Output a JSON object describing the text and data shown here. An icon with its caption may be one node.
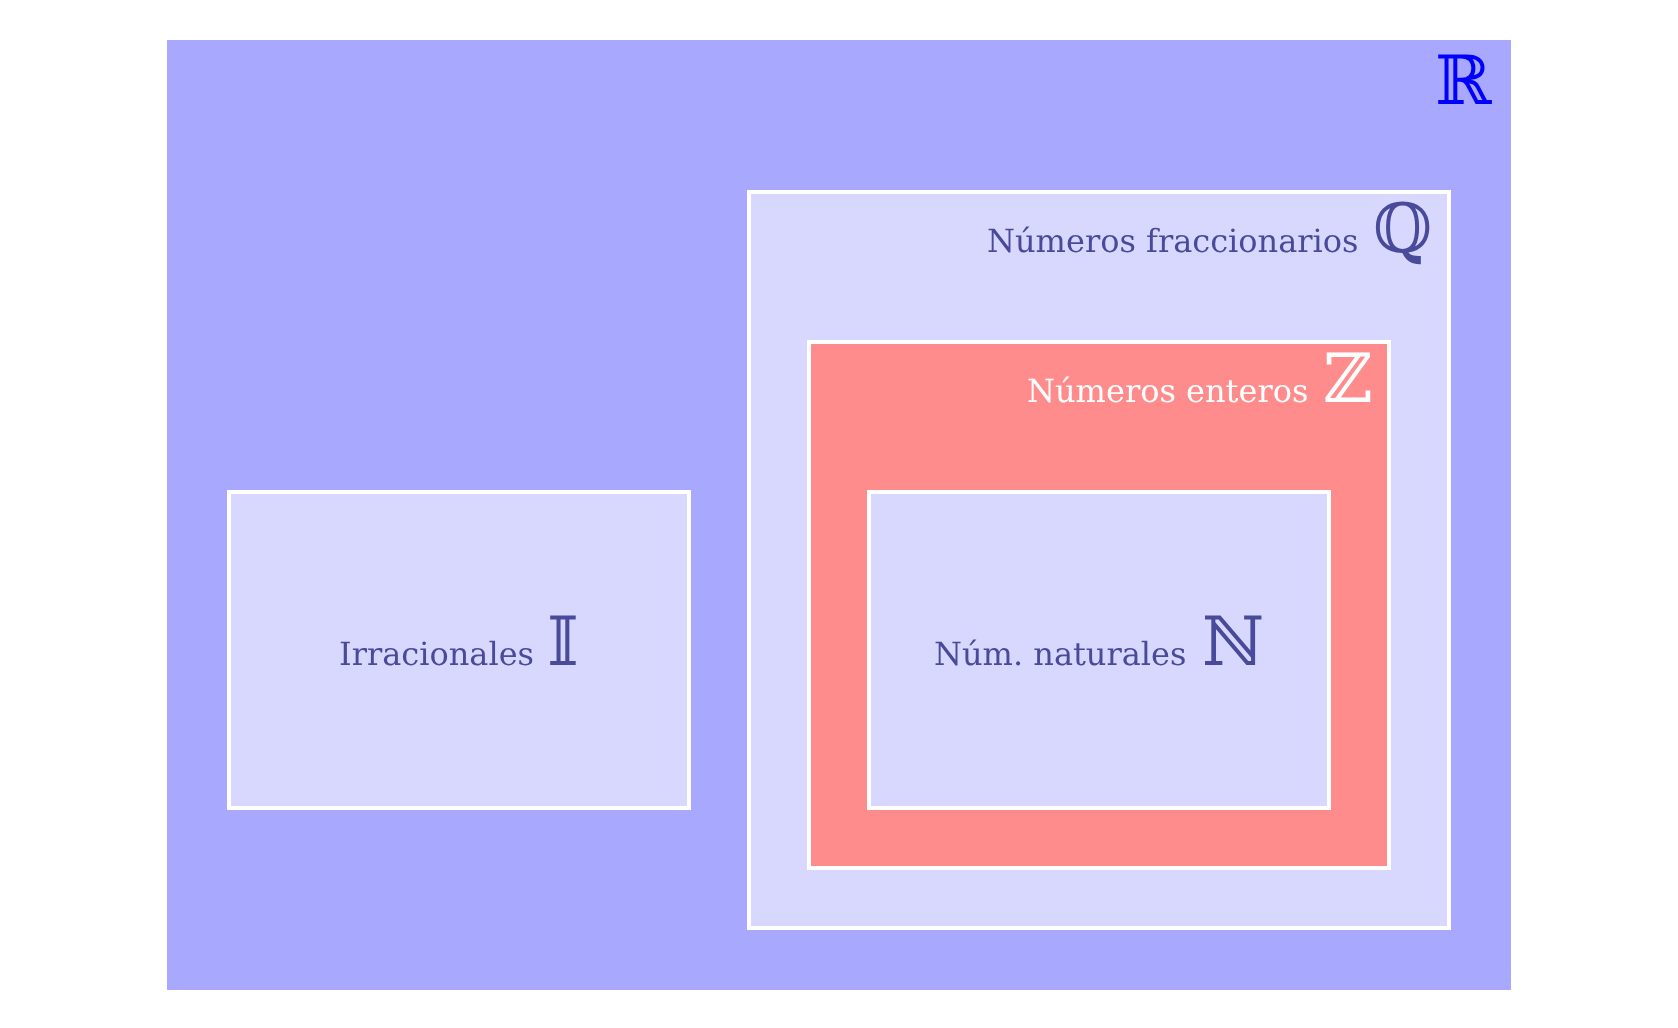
{
  "diagram": {
    "nodes": [
      {
        "text": [
          "ℝ"
        ]
      },
      {
        "text": [
          "Números fraccionarios",
          "ℚ"
        ],
        "in": 0
      },
      {
        "text": [
          "Números enteros",
          "ℤ"
        ],
        "in": 1
      },
      {
        "text": [
          "Núm. naturales",
          "ℕ"
        ],
        "in": 2
      },
      {
        "text": [
          "Irracionales",
          "𝕀"
        ],
        "in": 0
      }
    ]
  }
}
